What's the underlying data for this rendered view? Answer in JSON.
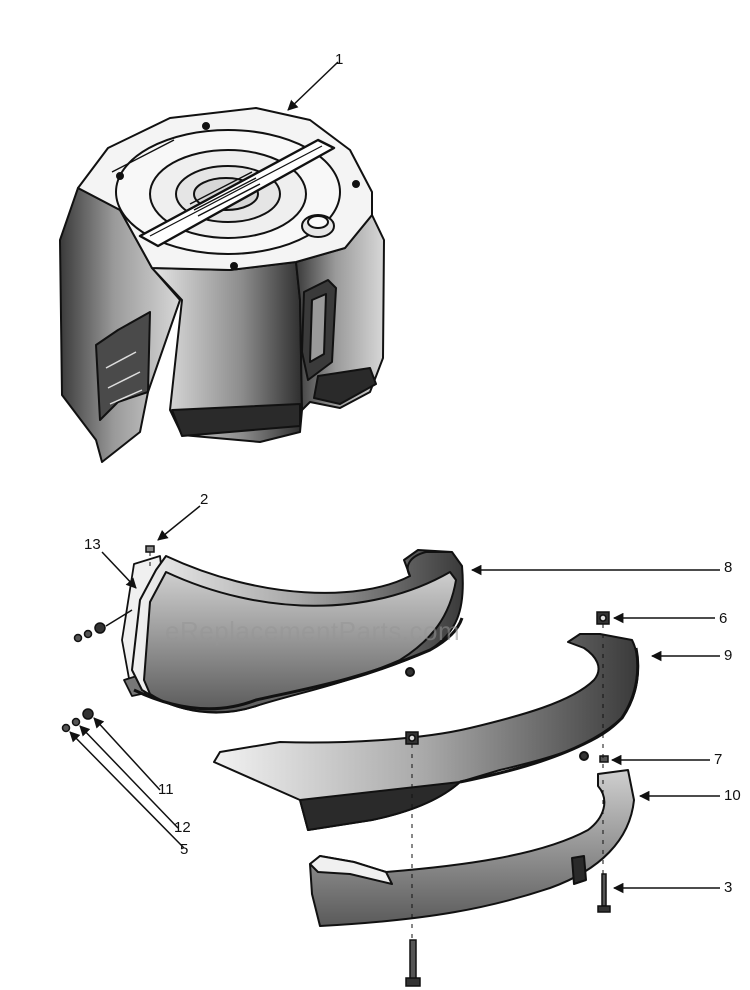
{
  "diagram": {
    "part_labels": [
      "1",
      "2",
      "3",
      "5",
      "6",
      "7",
      "8",
      "9",
      "10",
      "11",
      "12",
      "13"
    ],
    "watermark": "eReplacementParts.com"
  },
  "colors": {
    "line": "#111111",
    "shade_dark": "#2a2a2a",
    "shade_mid": "#6e6e6e",
    "shade_light": "#b4b4b4",
    "watermark": "#969696"
  }
}
